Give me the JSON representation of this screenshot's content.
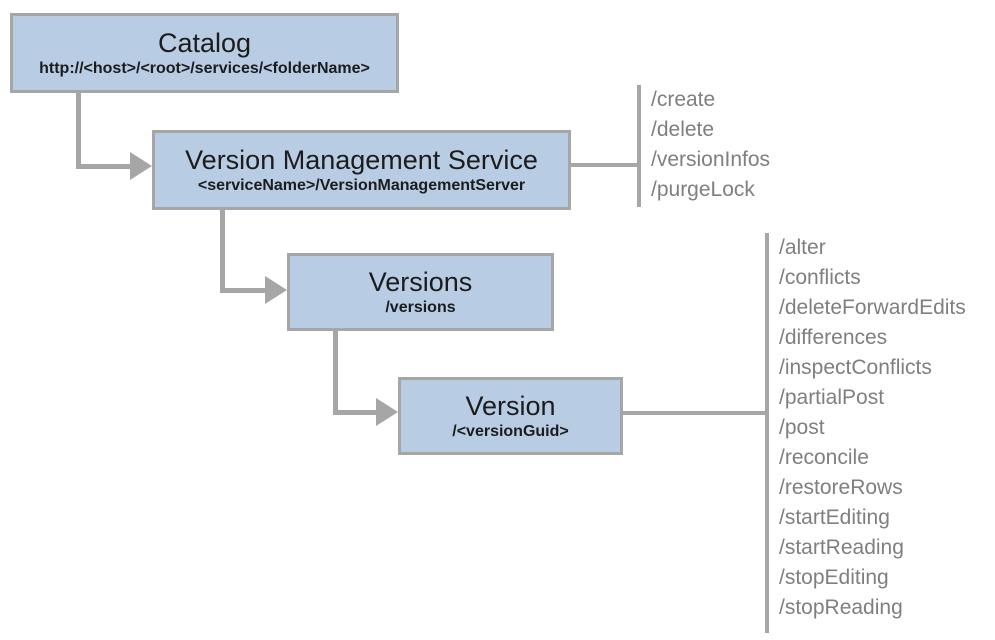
{
  "diagram": {
    "nodes": {
      "catalog": {
        "title": "Catalog",
        "subtitle": "http://<host>/<root>/services/<folderName>"
      },
      "version_management_service": {
        "title": "Version Management Service",
        "subtitle": "<serviceName>/VersionManagementServer"
      },
      "versions": {
        "title": "Versions",
        "subtitle": "/versions"
      },
      "version": {
        "title": "Version",
        "subtitle": "/<versionGuid>"
      }
    },
    "operations": {
      "version_management_service": [
        "/create",
        "/delete",
        "/versionInfos",
        "/purgeLock"
      ],
      "version": [
        "/alter",
        "/conflicts",
        "/deleteForwardEdits",
        "/differences",
        "/inspectConflicts",
        "/partialPost",
        "/post",
        "/reconcile",
        "/restoreRows",
        "/startEditing",
        "/startReading",
        "/stopEditing",
        "/stopReading"
      ]
    },
    "colors": {
      "node_fill": "#b8cce4",
      "node_border": "#a6a6a6",
      "connector": "#a6a6a6",
      "operation_text": "#7f7f7f",
      "node_text": "#1c1c1c"
    }
  }
}
